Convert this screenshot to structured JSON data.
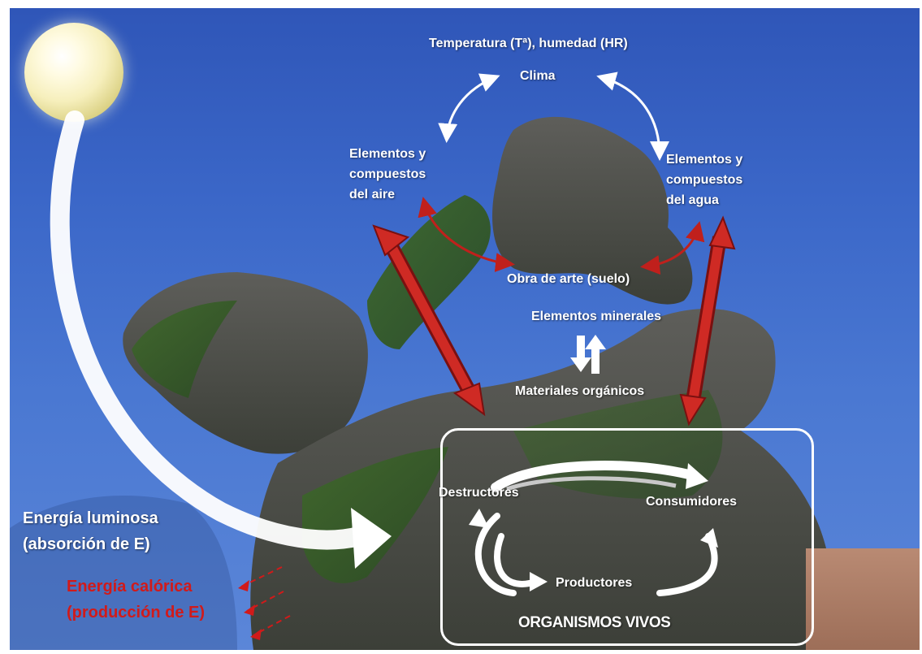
{
  "diagram": {
    "top_label": "Temperatura (Tª), humedad (HR)",
    "clima": "Clima",
    "air_lines": [
      "Elementos y",
      "compuestos",
      "del aire"
    ],
    "water_lines": [
      "Elementos y",
      "compuestos",
      "del agua"
    ],
    "soil": "Obra de arte (suelo)",
    "minerals": "Elementos minerales",
    "organics": "Materiales orgánicos",
    "destructores": "Destructores",
    "consumidores": "Consumidores",
    "productores": "Productores",
    "organismos": "ORGANISMOS VIVOS",
    "light_lines": [
      "Energía luminosa",
      "(absorción de E)"
    ],
    "heat_lines": [
      "Energía calórica",
      "(producción de E)"
    ]
  },
  "colors": {
    "sky": "#3b67c8",
    "label_white": "#ffffff",
    "arrow_red": "#c0201c",
    "heat_red": "#d11a1a"
  }
}
